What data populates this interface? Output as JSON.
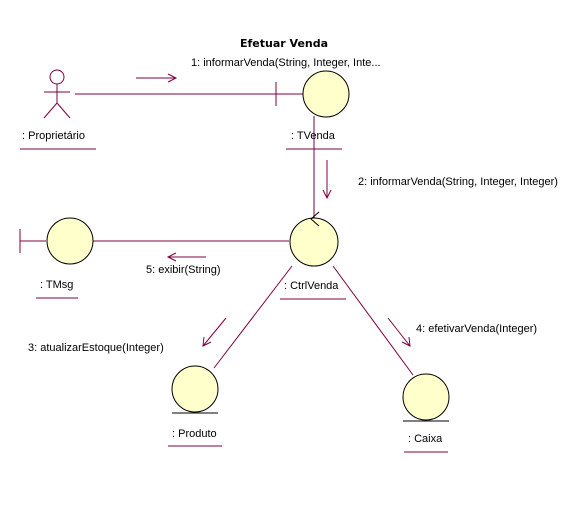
{
  "diagram": {
    "title": "Efetuar Venda",
    "actor": {
      "name": ": Proprietário"
    },
    "objects": {
      "tvenda": {
        "name": ": TVenda",
        "kind": "boundary"
      },
      "ctrlvenda": {
        "name": ": CtrlVenda",
        "kind": "control"
      },
      "tmsg": {
        "name": ": TMsg",
        "kind": "boundary"
      },
      "produto": {
        "name": ": Produto",
        "kind": "entity"
      },
      "caixa": {
        "name": ": Caixa",
        "kind": "entity"
      }
    },
    "messages": [
      {
        "text": "1: informarVenda(String, Integer, Inte..."
      },
      {
        "text": "2: informarVenda(String, Integer, Integer)"
      },
      {
        "text": "3: atualizarEstoque(Integer)"
      },
      {
        "text": "4: efetivarVenda(Integer)"
      },
      {
        "text": "5: exibir(String)"
      }
    ],
    "colors": {
      "link": "#800040",
      "object_fill": "#ffffcc",
      "outline": "#000000"
    }
  }
}
